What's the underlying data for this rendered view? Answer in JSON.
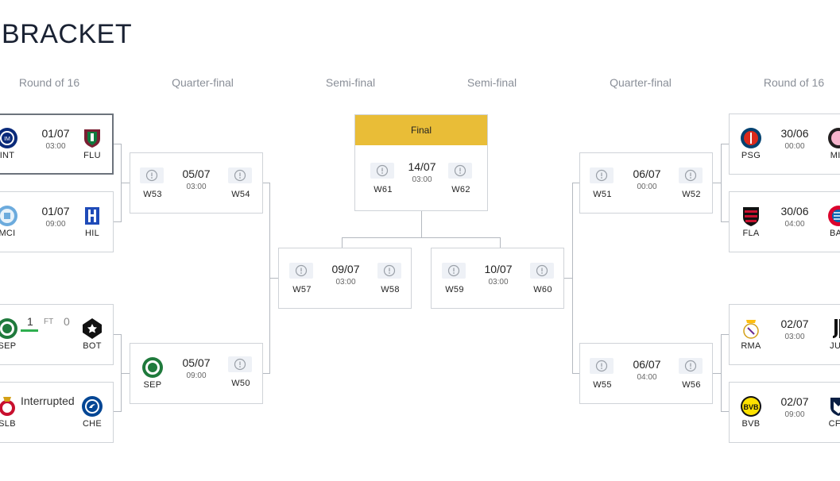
{
  "page": {
    "title": "BRACKET"
  },
  "rounds": {
    "left_r16": "Round of 16",
    "left_qf": "Quarter-final",
    "left_sf": "Semi-final",
    "right_sf": "Semi-final",
    "right_qf": "Quarter-final",
    "right_r16": "Round of 16"
  },
  "final": {
    "label": "Final",
    "date": "14/07",
    "time": "03:00",
    "home": "W61",
    "away": "W62"
  },
  "left": {
    "r16": [
      {
        "date": "01/07",
        "time": "03:00",
        "home": "INT",
        "away": "FLU"
      },
      {
        "date": "01/07",
        "time": "09:00",
        "home": "MCI",
        "away": "HIL"
      },
      {
        "home": "SEP",
        "away": "BOT",
        "home_score": "1",
        "away_score": "0",
        "status": "FT"
      },
      {
        "status": "Interrupted",
        "home": "SLB",
        "away": "CHE"
      }
    ],
    "qf": [
      {
        "date": "05/07",
        "time": "03:00",
        "home": "W53",
        "away": "W54"
      },
      {
        "date": "05/07",
        "time": "09:00",
        "home": "SEP",
        "away": "W50"
      }
    ],
    "sf": {
      "date": "09/07",
      "time": "03:00",
      "home": "W57",
      "away": "W58"
    }
  },
  "right": {
    "sf": {
      "date": "10/07",
      "time": "03:00",
      "home": "W59",
      "away": "W60"
    },
    "qf": [
      {
        "date": "06/07",
        "time": "00:00",
        "home": "W51",
        "away": "W52"
      },
      {
        "date": "06/07",
        "time": "04:00",
        "home": "W55",
        "away": "W56"
      }
    ],
    "r16": [
      {
        "date": "30/06",
        "time": "00:00",
        "home": "PSG",
        "away": "MIA"
      },
      {
        "date": "30/06",
        "time": "04:00",
        "home": "FLA",
        "away": "BAY"
      },
      {
        "date": "02/07",
        "time": "03:00",
        "home": "RMA",
        "away": "JUV"
      },
      {
        "date": "02/07",
        "time": "09:00",
        "home": "BVB",
        "away": "CFM"
      }
    ]
  },
  "colors": {
    "final_header": "#e9bd37",
    "winner_bar": "#2eae4f",
    "tbd_bg": "#eef1f6"
  }
}
